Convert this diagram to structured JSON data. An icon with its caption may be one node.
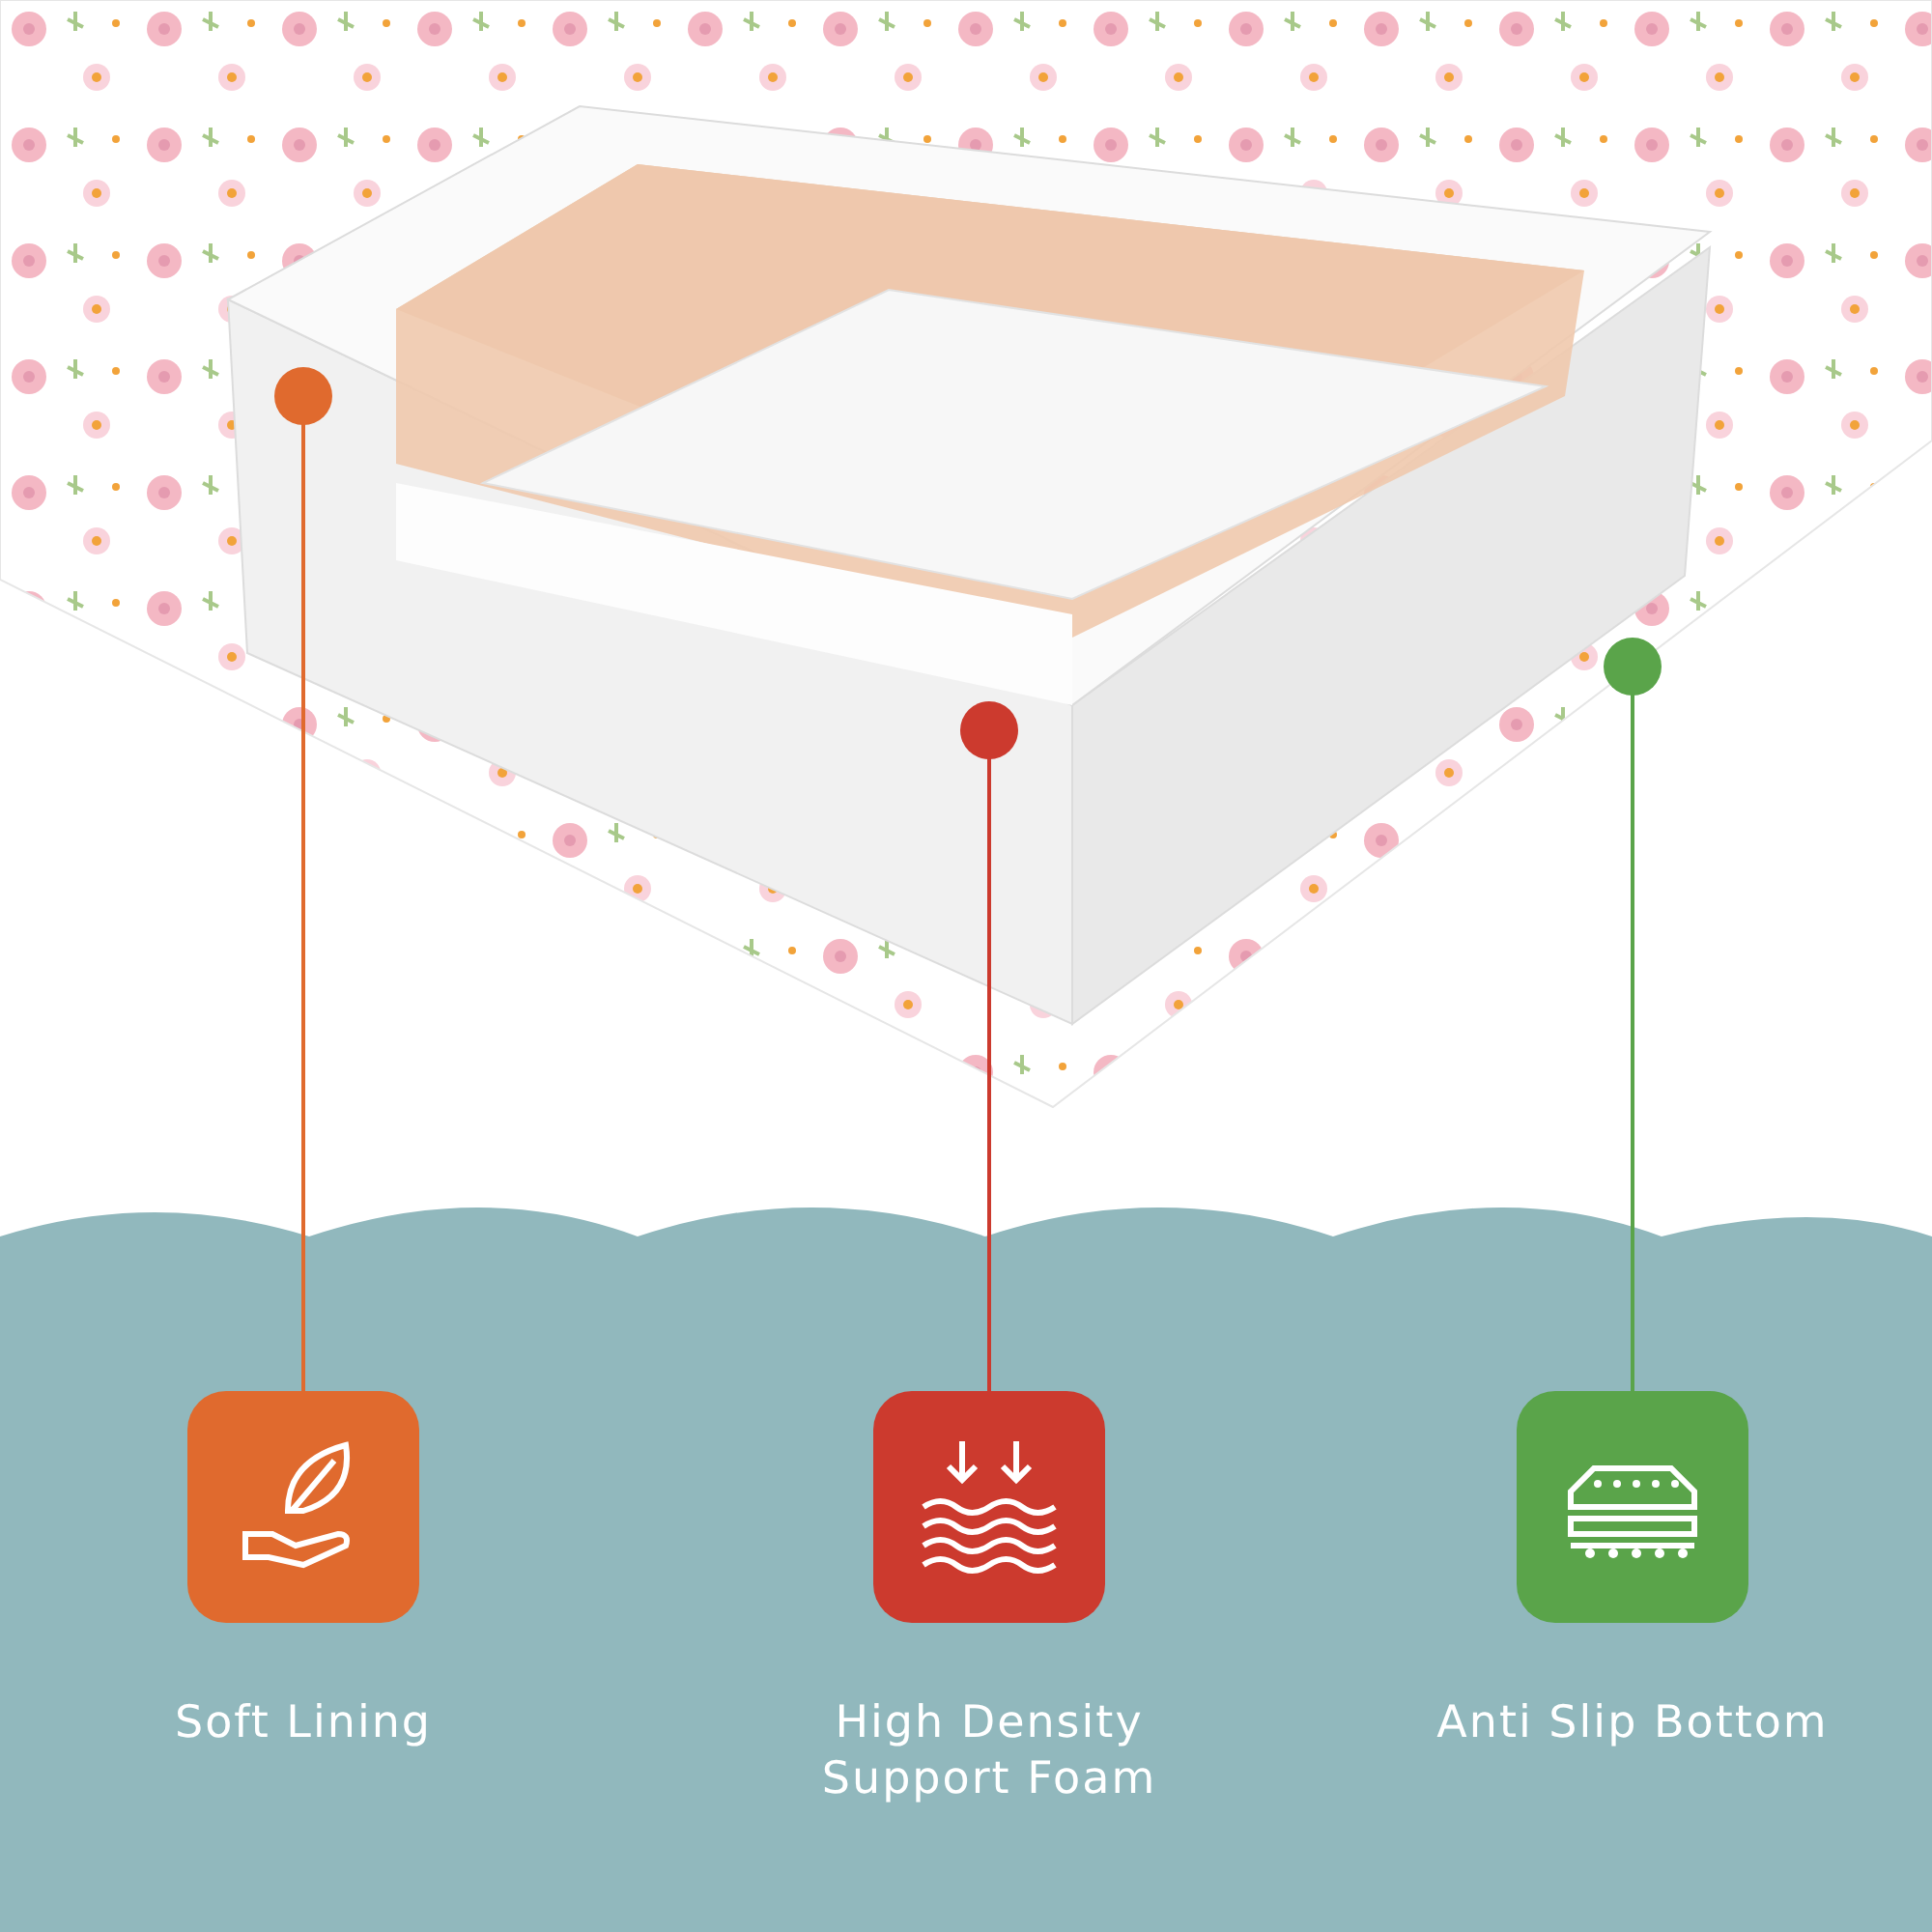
{
  "diagram": {
    "nodes": [
      {
        "text": [
          "Soft Lining"
        ]
      },
      {
        "text": [
          "High Density Support Foam"
        ]
      },
      {
        "text": [
          "Anti Slip Bottom"
        ]
      }
    ],
    "edges": [
      {
        "from": 0,
        "to": null,
        "arrow": "none",
        "color": "#e06a2e"
      },
      {
        "from": 1,
        "to": null,
        "arrow": "none",
        "color": "#cc3a2e"
      },
      {
        "from": 2,
        "to": null,
        "arrow": "none",
        "color": "#5aa44a"
      }
    ]
  }
}
